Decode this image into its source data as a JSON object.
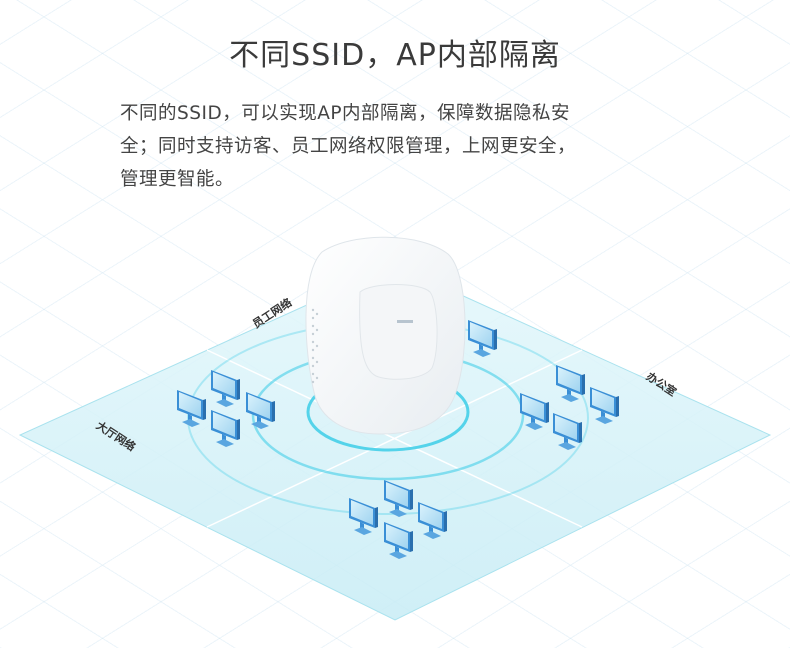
{
  "header": {
    "title": "不同SSID，AP内部隔离"
  },
  "description": {
    "lines": [
      "不同的SSID，可以实现AP内部隔离，保障数据隐私安",
      "全；同时支持访客、员工网络权限管理，上网更安全，",
      "管理更智能。"
    ]
  },
  "zones": {
    "staff": "员工网络",
    "office": "办公室",
    "lobby": "大厅网络"
  },
  "colors": {
    "title": "#3a3a3a",
    "text": "#444444",
    "floor": "#cfeff6",
    "floor_line": "#8fd6e8",
    "wave": "#45cfe8",
    "monitor_frame": "#3a8fd6",
    "monitor_screen": "#bfe6f8"
  },
  "icons": {
    "access_point": "access-point-icon",
    "monitor": "monitor-icon"
  }
}
